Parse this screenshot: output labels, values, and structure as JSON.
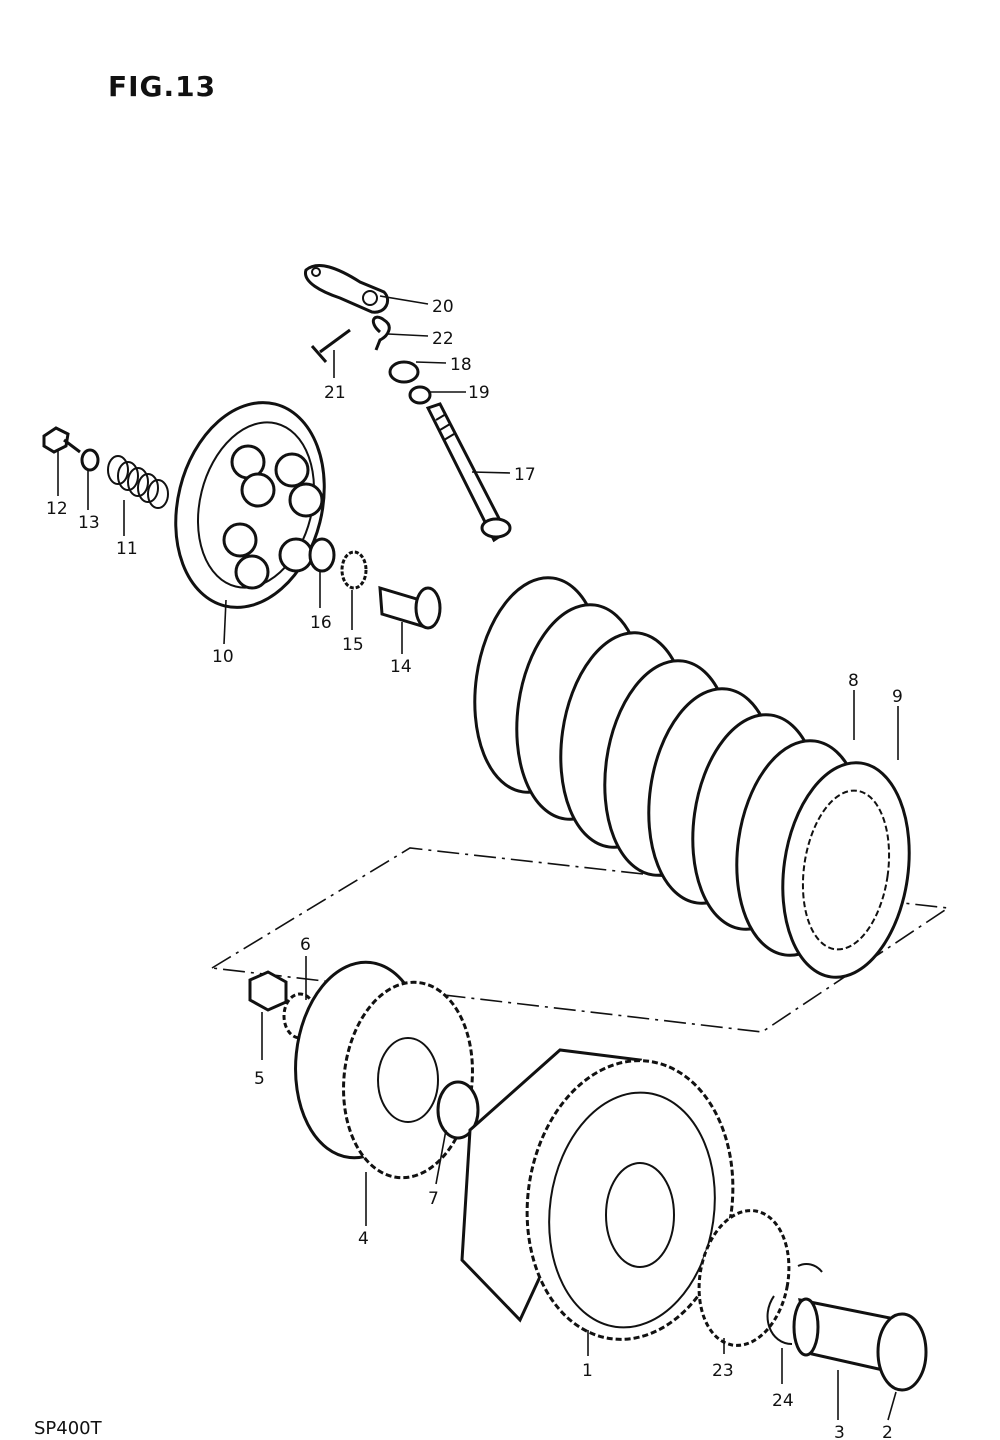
{
  "figure": {
    "title": "FIG.13",
    "code": "SP400T"
  },
  "callouts": [
    {
      "id": "1",
      "text": "1"
    },
    {
      "id": "2",
      "text": "2"
    },
    {
      "id": "3",
      "text": "3"
    },
    {
      "id": "4",
      "text": "4"
    },
    {
      "id": "5",
      "text": "5"
    },
    {
      "id": "6",
      "text": "6"
    },
    {
      "id": "7",
      "text": "7"
    },
    {
      "id": "8",
      "text": "8"
    },
    {
      "id": "9",
      "text": "9"
    },
    {
      "id": "10",
      "text": "10"
    },
    {
      "id": "11",
      "text": "11"
    },
    {
      "id": "12",
      "text": "12"
    },
    {
      "id": "13",
      "text": "13"
    },
    {
      "id": "14",
      "text": "14"
    },
    {
      "id": "15",
      "text": "15"
    },
    {
      "id": "16",
      "text": "16"
    },
    {
      "id": "17",
      "text": "17"
    },
    {
      "id": "18",
      "text": "18"
    },
    {
      "id": "19",
      "text": "19"
    },
    {
      "id": "20",
      "text": "20"
    },
    {
      "id": "21",
      "text": "21"
    },
    {
      "id": "22",
      "text": "22"
    },
    {
      "id": "23",
      "text": "23"
    },
    {
      "id": "24",
      "text": "24"
    }
  ]
}
